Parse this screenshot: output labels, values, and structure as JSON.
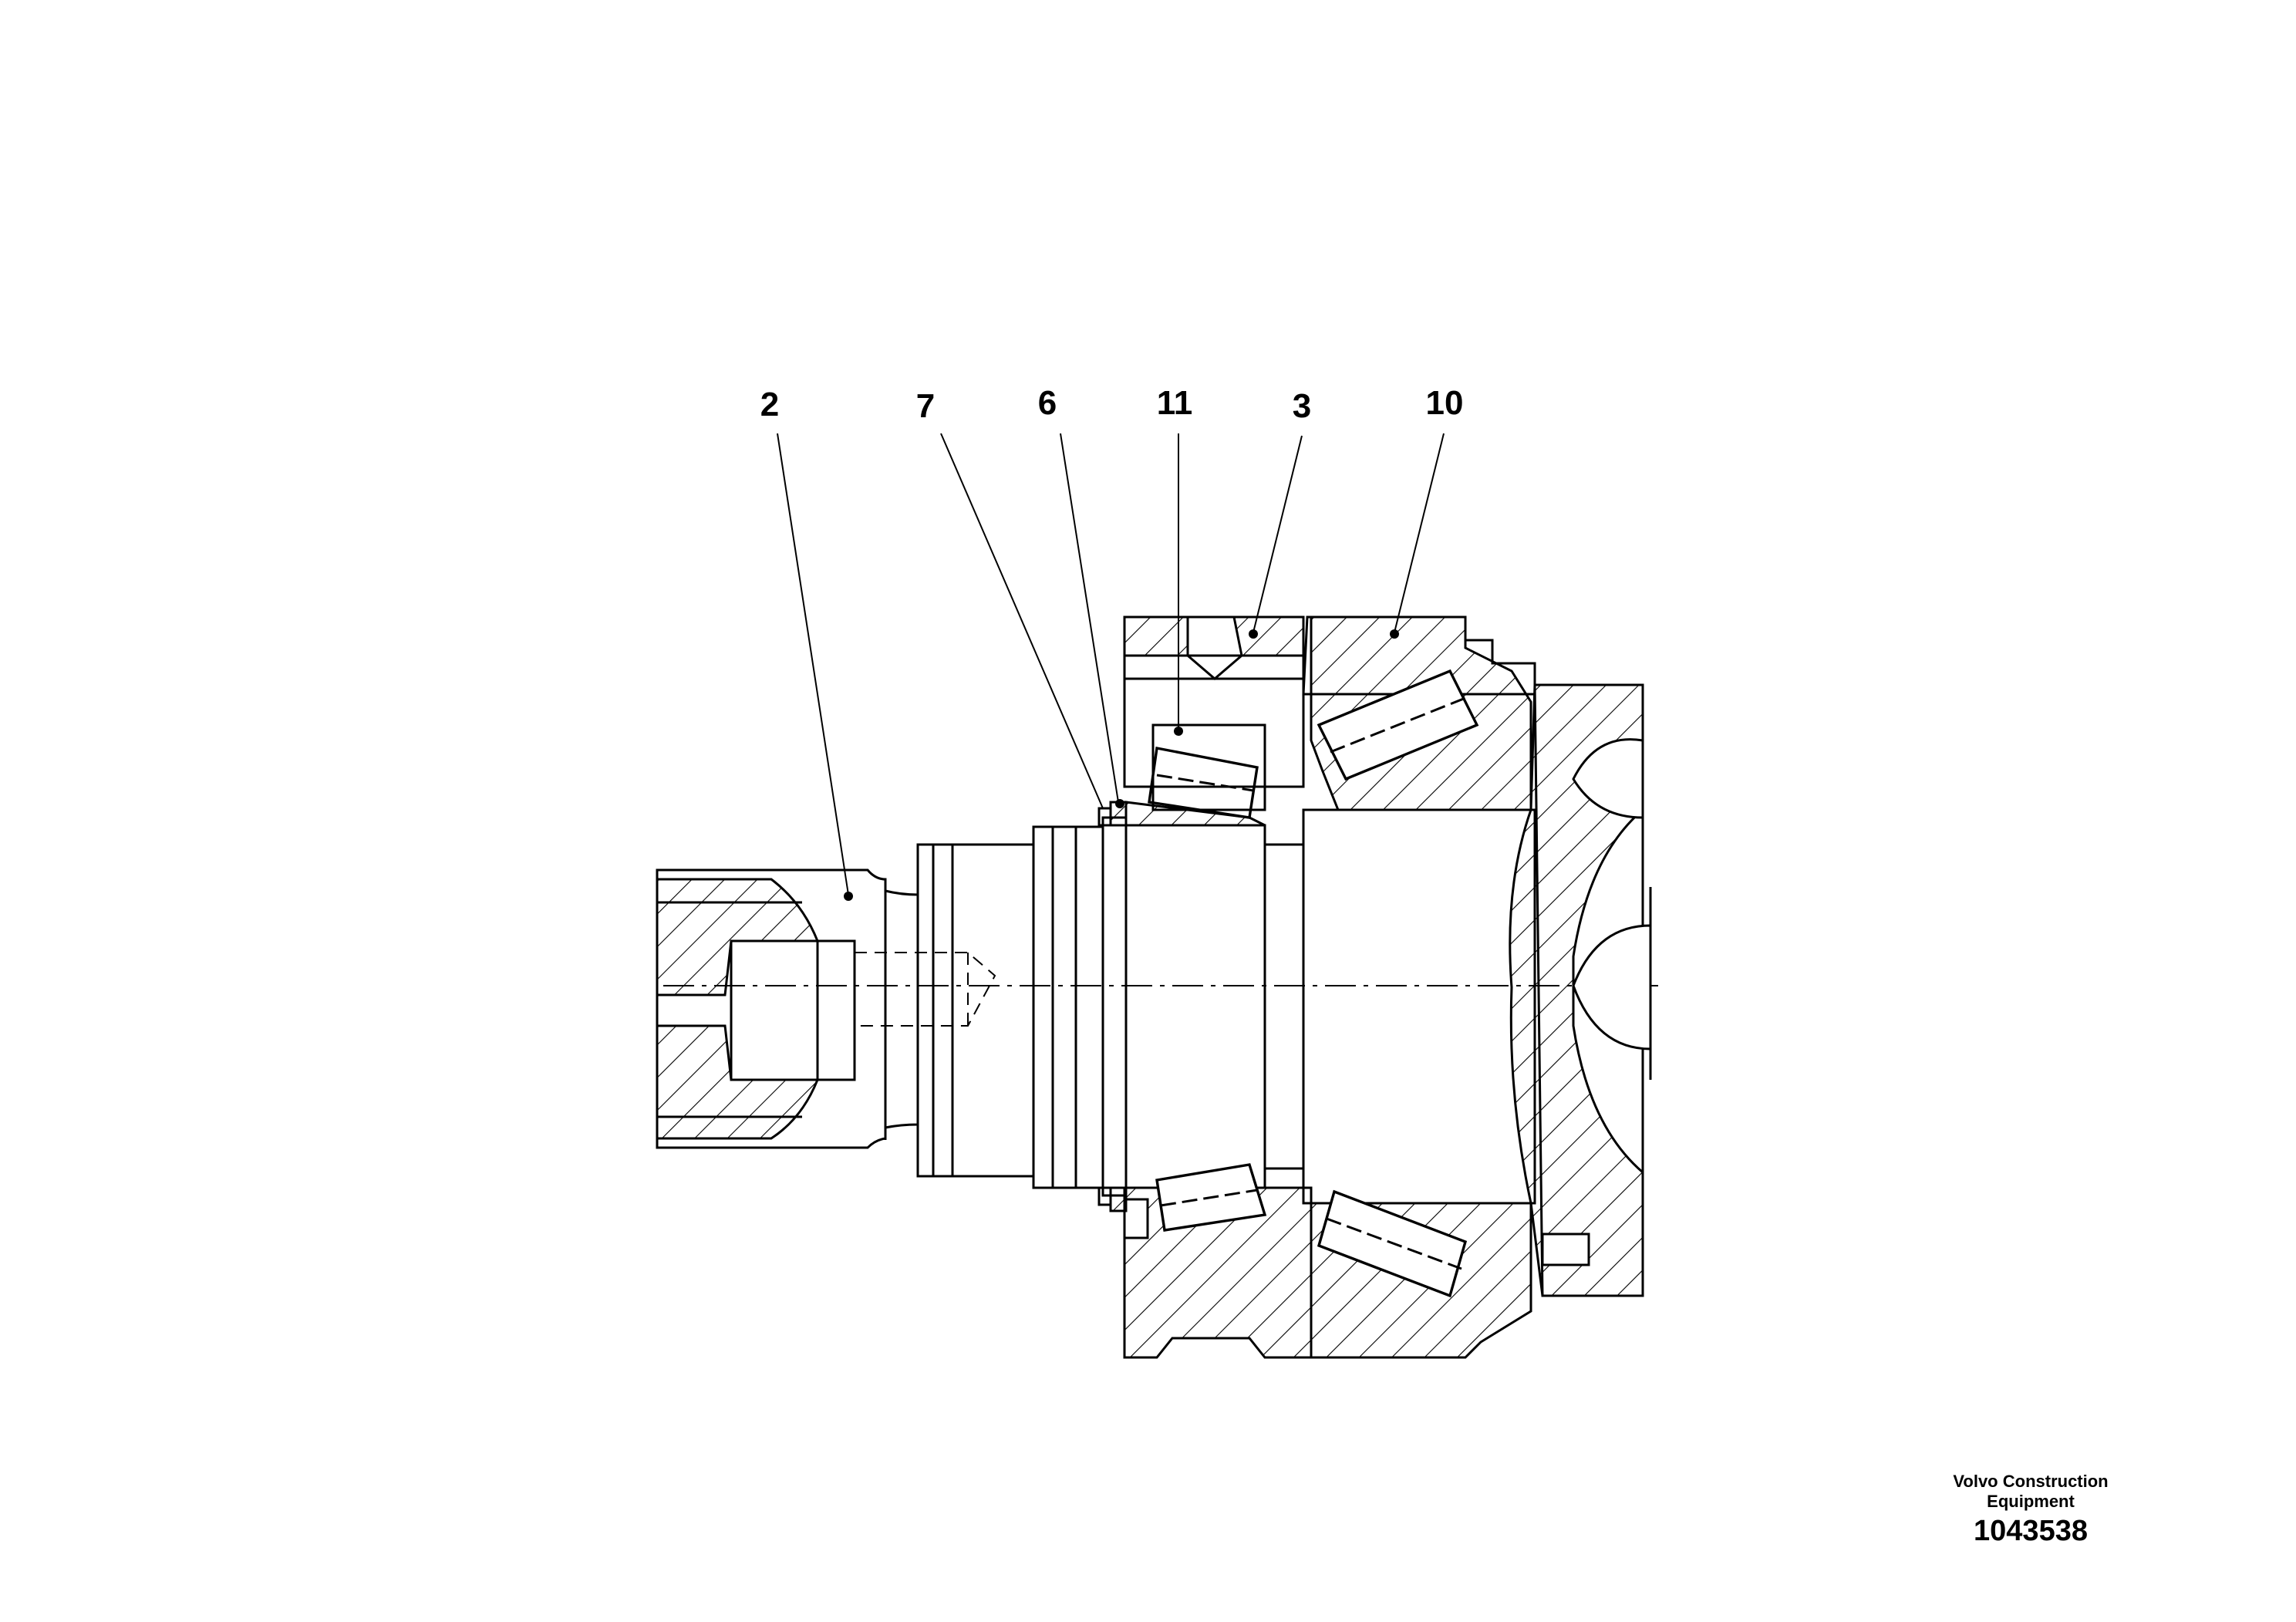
{
  "callouts": [
    {
      "id": "2",
      "label": "2"
    },
    {
      "id": "7",
      "label": "7"
    },
    {
      "id": "6",
      "label": "6"
    },
    {
      "id": "11",
      "label": "11"
    },
    {
      "id": "3",
      "label": "3"
    },
    {
      "id": "10",
      "label": "10"
    }
  ],
  "footer": {
    "company_line1": "Volvo Construction",
    "company_line2": "Equipment",
    "drawing_number": "1043538"
  },
  "colors": {
    "line": "#000000",
    "background": "#ffffff"
  }
}
